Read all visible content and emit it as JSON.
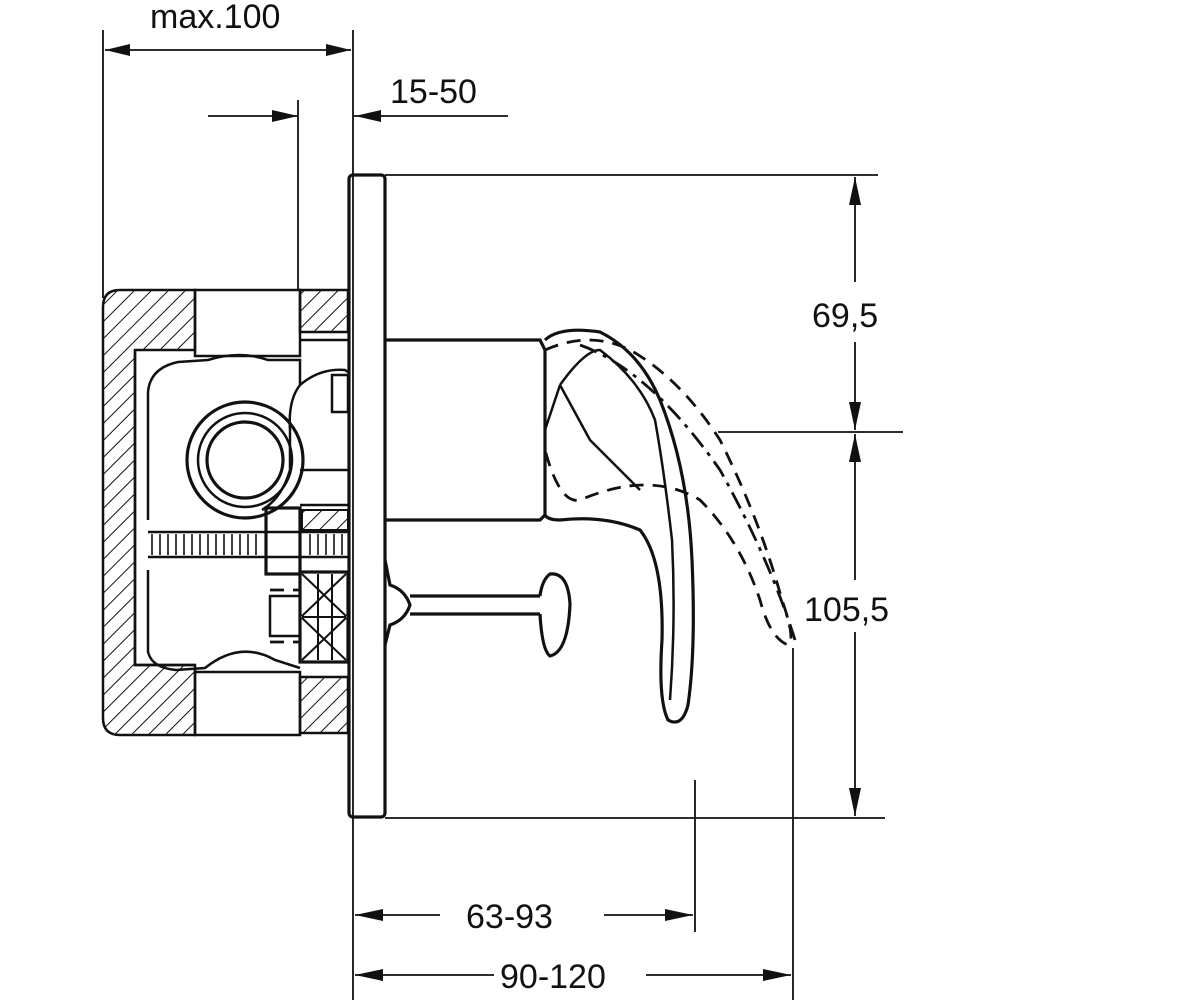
{
  "dimensions": {
    "max_depth": "max.100",
    "wall_cover": "15-50",
    "upper_height": "69,5",
    "lower_height": "105,5",
    "handle_reach": "63-93",
    "spout_reach": "90-120"
  }
}
